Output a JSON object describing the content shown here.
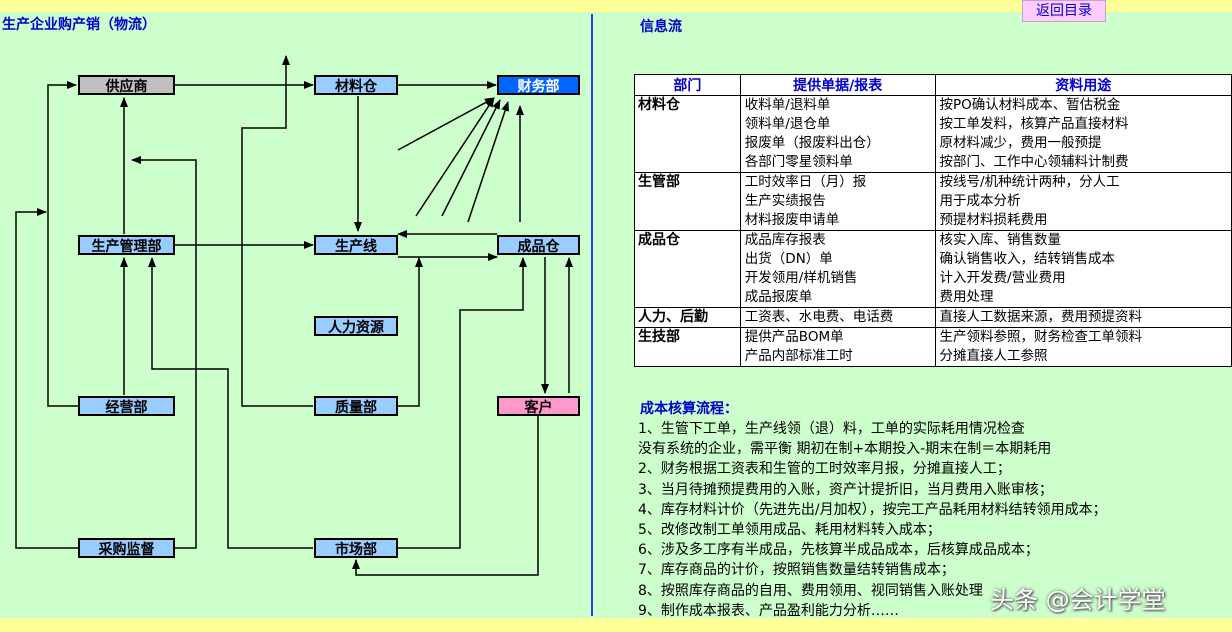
{
  "left_title": "生产企业购产销（物流）",
  "right_title": "信息流",
  "return_button": "返回目录",
  "nodes": {
    "supplier": "供应商",
    "material_warehouse": "材料仓",
    "finance": "财务部",
    "production_mgmt": "生产管理部",
    "production_line": "生产线",
    "finished_warehouse": "成品仓",
    "hr": "人力资源",
    "operations": "经营部",
    "quality": "质量部",
    "customer": "客户",
    "purchase_supervision": "采购监督",
    "marketing": "市场部"
  },
  "table": {
    "headers": [
      "部门",
      "提供单据/报表",
      "资料用途"
    ],
    "groups": [
      {
        "dept": "材料仓",
        "rows": [
          [
            "收料单/退料单",
            "按PO确认材料成本、暂估税金"
          ],
          [
            "领料单/退仓单",
            "按工单发料，核算产品直接材料"
          ],
          [
            "报废单（报废料出仓）",
            "原材料减少，费用一般预提"
          ],
          [
            "各部门零星领料单",
            "按部门、工作中心领辅料计制费"
          ]
        ]
      },
      {
        "dept": "生管部",
        "rows": [
          [
            "工时效率日（月）报",
            "按线号/机种统计两种，分人工"
          ],
          [
            "生产实绩报告",
            "用于成本分析"
          ],
          [
            "材料报废申请单",
            "预提材料损耗费用"
          ]
        ]
      },
      {
        "dept": "成品仓",
        "rows": [
          [
            "成品库存报表",
            "核实入库、销售数量"
          ],
          [
            "出货（DN）单",
            "确认销售收入，结转销售成本"
          ],
          [
            "开发领用/样机销售",
            "计入开发费/营业费用"
          ],
          [
            "成品报废单",
            "费用处理"
          ]
        ]
      },
      {
        "dept": "人力、后勤",
        "rows": [
          [
            "工资表、水电费、电话费",
            "直接人工数据来源，费用预提资料"
          ]
        ]
      },
      {
        "dept": "生技部",
        "rows": [
          [
            "提供产品BOM单",
            "生产领料参照，财务检查工单领料"
          ],
          [
            "产品内部标准工时",
            "分摊直接人工参照"
          ]
        ]
      }
    ]
  },
  "cost_section": {
    "title": "成本核算流程：",
    "lines": [
      "1、生管下工单，生产线领（退）料，工单的实际耗用情况检查",
      "没有系统的企业，需平衡 期初在制+本期投入-期末在制＝本期耗用",
      "2、财务根据工资表和生管的工时效率月报，分摊直接人工；",
      "3、当月待摊预提费用的入账，资产计提折旧，当月费用入账审核；",
      "4、库存材料计价（先进先出/月加权），按完工产品耗用材料结转领用成本；",
      "5、改修改制工单领用成品、耗用材料转入成本；",
      "6、涉及多工序有半成品，先核算半成品成本，后核算成品成本；",
      "7、库存商品的计价，按照销售数量结转销售成本；",
      "8、按照库存商品的自用、费用领用、视同销售入账处理",
      "9、制作成本报表、产品盈利能力分析……"
    ]
  },
  "watermark": "头条 @会计学堂"
}
